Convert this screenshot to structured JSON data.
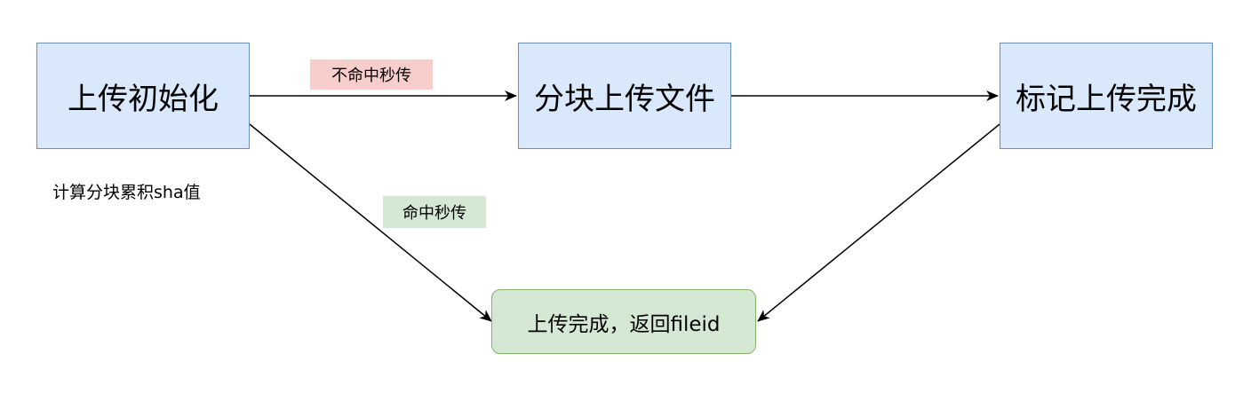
{
  "nodes": {
    "upload_init": "上传初始化",
    "chunk_upload": "分块上传文件",
    "mark_complete": "标记上传完成",
    "upload_done": "上传完成，返回fileid"
  },
  "edge_labels": {
    "miss": "不命中秒传",
    "hit": "命中秒传"
  },
  "notes": {
    "compute_sha": "计算分块累积sha值"
  },
  "colors": {
    "blue_fill": "#dae8fc",
    "blue_stroke": "#6c8ebf",
    "green_fill": "#d5e8d4",
    "green_stroke": "#82b366",
    "miss_label_bg": "#f8cecc",
    "hit_label_bg": "#d5e8d4",
    "edge": "#000000"
  }
}
